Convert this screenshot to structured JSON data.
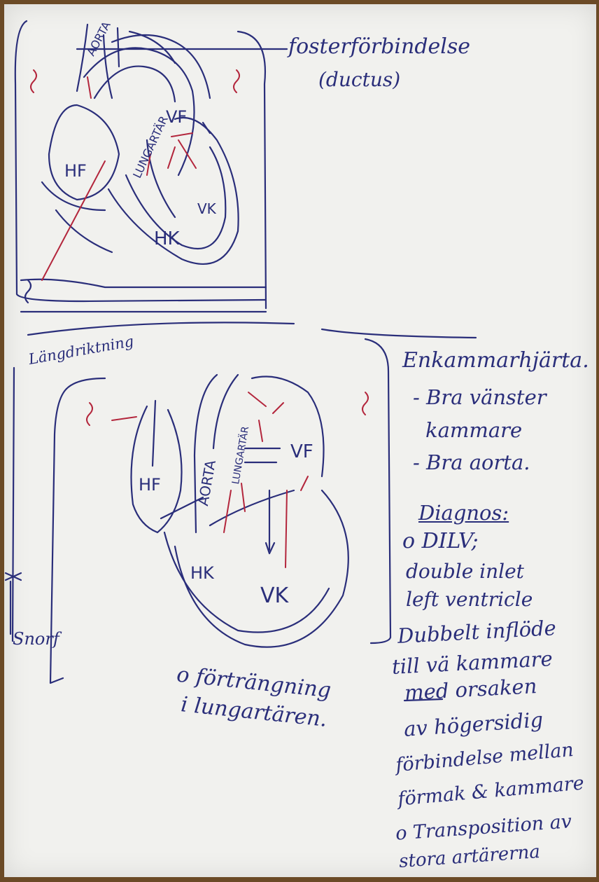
{
  "top_diagram": {
    "note_line1": "fosterförbindelse",
    "note_line2": "(ductus)",
    "labels": {
      "aorta": "AORTA",
      "lungartar": "LUNGARTÄR",
      "vf": "VF",
      "hf": "HF",
      "vk": "VK",
      "hk": "HK"
    }
  },
  "bottom_diagram": {
    "side_top": "Längdriktning",
    "side_bottom": "Snorf",
    "labels": {
      "aorta": "AORTA",
      "lungartar": "LUNGARTÄR",
      "vf": "VF",
      "hf": "HF",
      "vk": "VK",
      "hk": "HK"
    },
    "note_line1": "o förträngning",
    "note_line2": "i lungartären."
  },
  "right_notes": {
    "title": "Enkammarhjärta.",
    "item1_line1": "- Bra vänster",
    "item1_line2": "kammare",
    "item2": "- Bra aorta.",
    "diagnos_heading": "Diagnos:",
    "d1_line1": "o DILV;",
    "d1_line2": "double inlet",
    "d1_line3": "left ventricle",
    "d2_line1": "Dubbelt inflöde",
    "d2_line2": "till vä kammare",
    "d2_line3": "med orsaken",
    "d2_line4": "av högersidig",
    "d2_line5": "förbindelse mellan",
    "d2_line6": "förmak & kammare",
    "d3_line1": "o Transposition av",
    "d3_line2": "stora artärerna"
  }
}
